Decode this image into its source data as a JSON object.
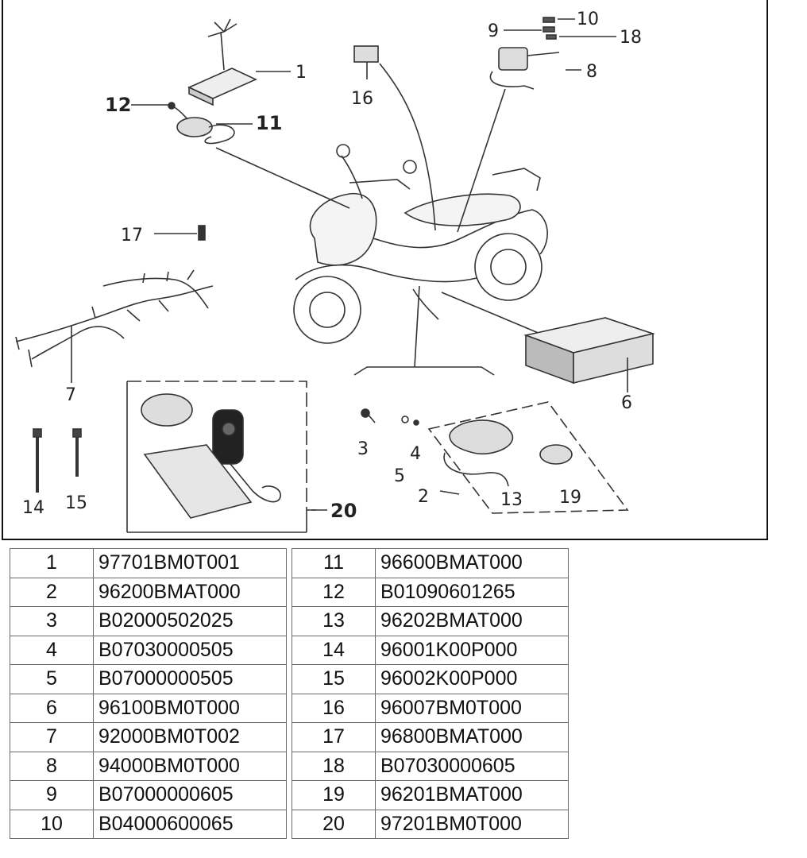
{
  "diagram": {
    "callouts": [
      "1",
      "2",
      "3",
      "4",
      "5",
      "6",
      "7",
      "8",
      "9",
      "10",
      "11",
      "12",
      "13",
      "14",
      "15",
      "16",
      "17",
      "18",
      "19",
      "20"
    ]
  },
  "parts_table": {
    "left": [
      {
        "num": "1",
        "code": "97701BM0T001"
      },
      {
        "num": "2",
        "code": "96200BMAT000"
      },
      {
        "num": "3",
        "code": "B02000502025"
      },
      {
        "num": "4",
        "code": "B07030000505"
      },
      {
        "num": "5",
        "code": "B07000000505"
      },
      {
        "num": "6",
        "code": "96100BM0T000"
      },
      {
        "num": "7",
        "code": "92000BM0T002"
      },
      {
        "num": "8",
        "code": "94000BM0T000"
      },
      {
        "num": "9",
        "code": "B07000000605"
      },
      {
        "num": "10",
        "code": "B04000600065"
      }
    ],
    "right": [
      {
        "num": "11",
        "code": "96600BMAT000"
      },
      {
        "num": "12",
        "code": "B01090601265"
      },
      {
        "num": "13",
        "code": "96202BMAT000"
      },
      {
        "num": "14",
        "code": "96001K00P000"
      },
      {
        "num": "15",
        "code": "96002K00P000"
      },
      {
        "num": "16",
        "code": "96007BM0T000"
      },
      {
        "num": "17",
        "code": "96800BMAT000"
      },
      {
        "num": "18",
        "code": "B07030000605"
      },
      {
        "num": "19",
        "code": "96201BMAT000"
      },
      {
        "num": "20",
        "code": "97201BM0T000"
      }
    ]
  }
}
